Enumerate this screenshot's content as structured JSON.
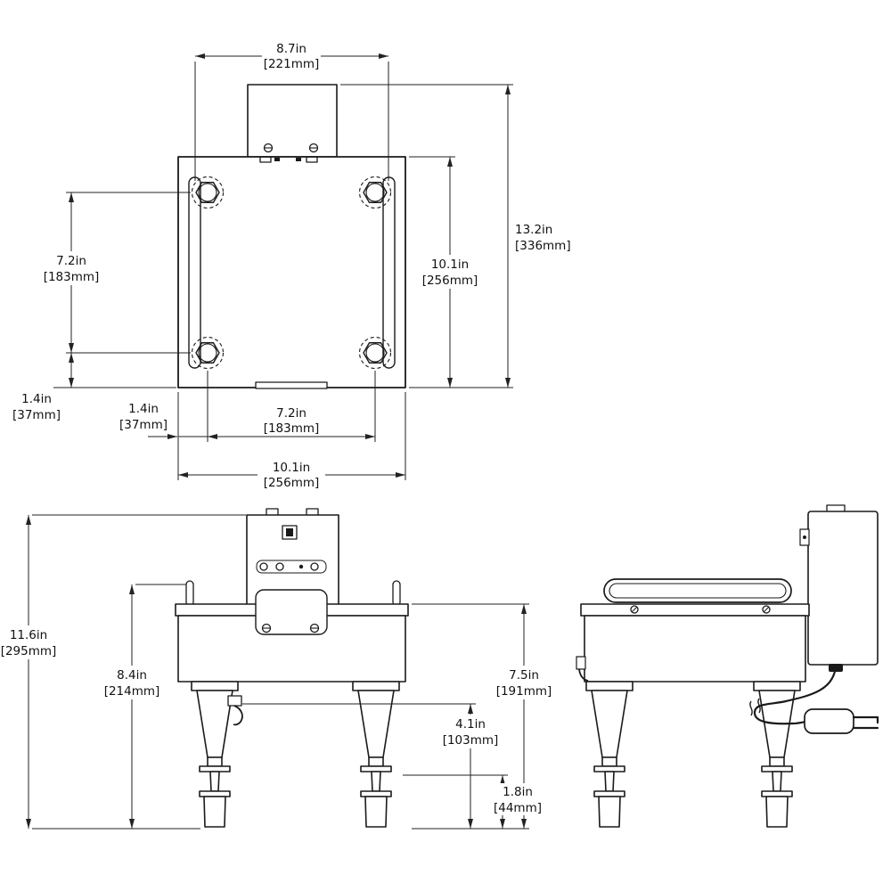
{
  "top_view": {
    "housing_width": {
      "in": "8.7in",
      "mm": "[221mm]"
    },
    "overall_depth": {
      "in": "13.2in",
      "mm": "[336mm]"
    },
    "body_depth": {
      "in": "10.1in",
      "mm": "[256mm]"
    },
    "mount_spacing_depth": {
      "in": "7.2in",
      "mm": "[183mm]"
    },
    "mount_offset_depth": {
      "in": "1.4in",
      "mm": "[37mm]"
    },
    "mount_offset_width": {
      "in": "1.4in",
      "mm": "[37mm]"
    },
    "mount_spacing_width": {
      "in": "7.2in",
      "mm": "[183mm]"
    },
    "body_width": {
      "in": "10.1in",
      "mm": "[256mm]"
    }
  },
  "front_view": {
    "overall_height": {
      "in": "11.6in",
      "mm": "[295mm]"
    },
    "post_height": {
      "in": "8.4in",
      "mm": "[214mm]"
    },
    "body_height": {
      "in": "7.5in",
      "mm": "[191mm]"
    },
    "clearance_height": {
      "in": "4.1in",
      "mm": "[103mm]"
    },
    "foot_height": {
      "in": "1.8in",
      "mm": "[44mm]"
    }
  }
}
